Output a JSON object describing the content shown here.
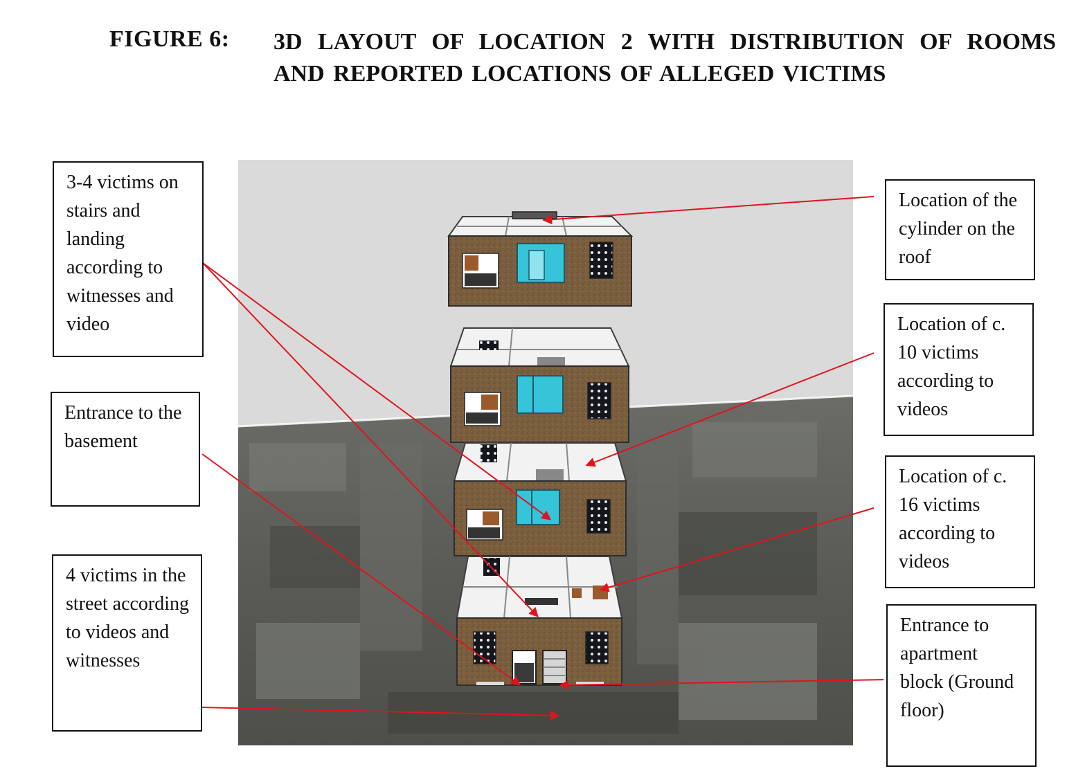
{
  "figure": {
    "label": "FIGURE 6:",
    "title": "3D LAYOUT OF LOCATION 2 WITH DISTRIBUTION OF ROOMS AND REPORTED LOCATIONS OF ALLEGED VICTIMS"
  },
  "callouts": {
    "stairs_landing": "3-4 victims on stairs and landing according to witnesses and video",
    "basement_entrance": "Entrance to the basement",
    "street_victims": "4 victims in the street according to videos and witnesses",
    "roof_cylinder": "Location of the cylinder on the roof",
    "ten_victims": "Location of c. 10 victims according to videos",
    "sixteen_victims": "Location of c. 16 victims according to videos",
    "block_entrance": "Entrance to apartment block (Ground floor)"
  },
  "colors": {
    "annotation_red": "#e0141e",
    "wall_brown": "#7a5e3e",
    "window_cyan": "#36c4d8",
    "sky_grey": "#d9dad9",
    "ground_grey": "#5b5c58"
  }
}
